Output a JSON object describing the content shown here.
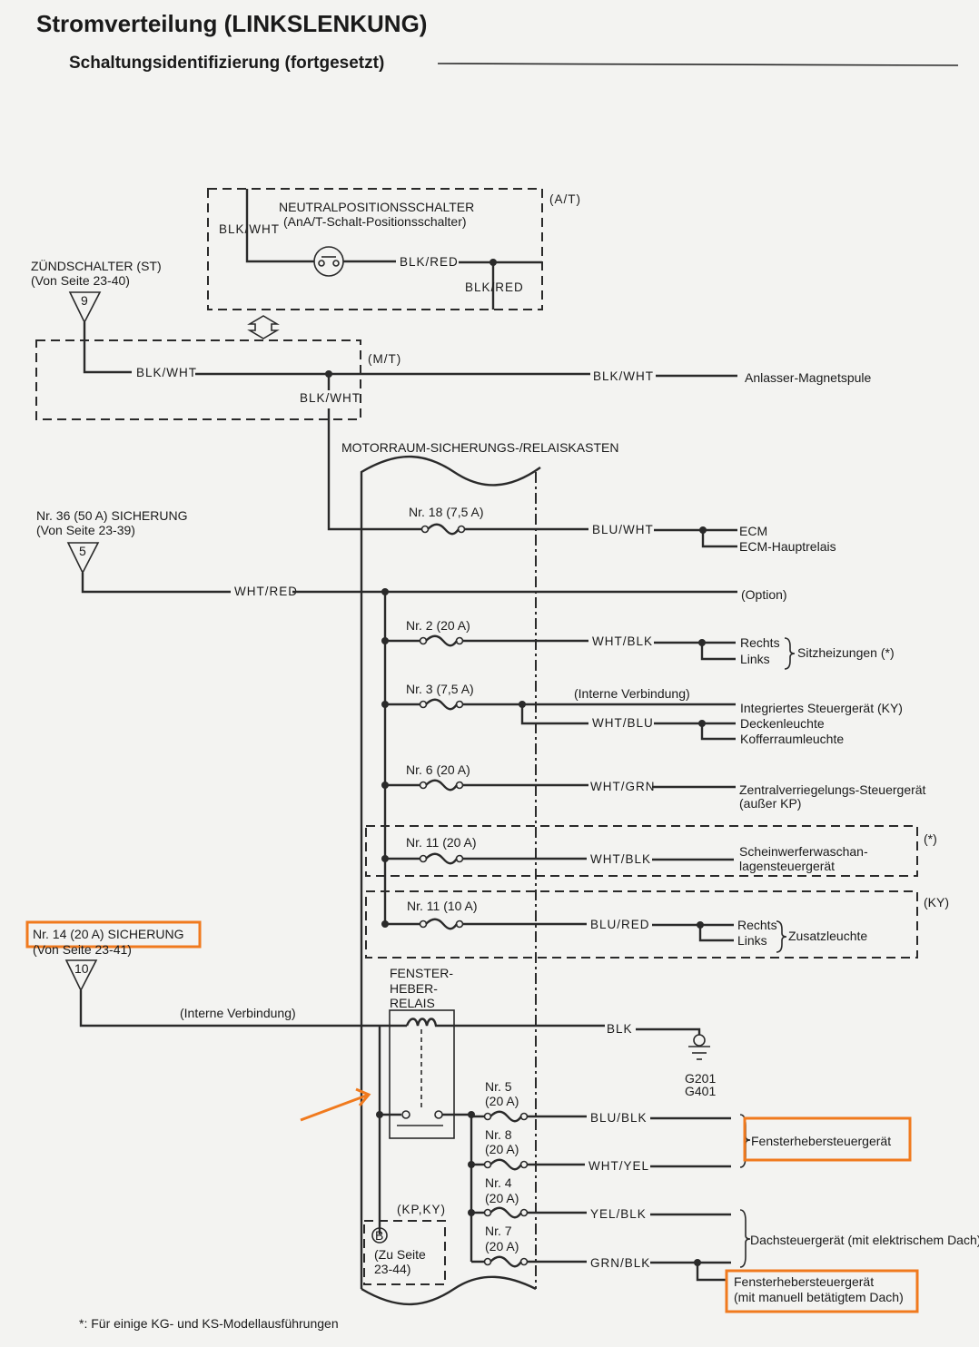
{
  "header": {
    "title": "Stromverteilung (LINKSLENKUNG)",
    "subtitle": "Schaltungsidentifizierung (fortgesetzt)"
  },
  "colors": {
    "highlight": "#f07a1e",
    "ink": "#2a2a2a"
  },
  "neutral": {
    "name": "NEUTRALPOSITIONSSCHALTER",
    "desc": "(AnA/T-Schalt-Positionsschalter)",
    "variant": "(A/T)",
    "wire_in": "BLK/WHT",
    "wire_out": "BLK/RED",
    "wire_out2": "BLK/RED"
  },
  "ignition": {
    "name": "ZÜNDSCHALTER (ST)",
    "from": "(Von Seite 23-40)",
    "terminal": "9",
    "variant": "(M/T)",
    "wire1": "BLK/WHT",
    "wire2": "BLK/WHT",
    "wire3": "BLK/WHT",
    "target": "Anlasser-Magnetspule"
  },
  "box_label": "MOTORRAUM-SICHERUNGS-/RELAISKASTEN",
  "fuse36": {
    "name": "Nr. 36 (50 A) SICHERUNG",
    "from": "(Von Seite 23-39)",
    "terminal": "5",
    "wire": "WHT/RED",
    "target": "(Option)"
  },
  "circuits": [
    {
      "fuse": "Nr. 18 (7,5 A)",
      "wire": "BLU/WHT",
      "targets": [
        "ECM",
        "ECM-Hauptrelais"
      ]
    },
    {
      "fuse": "Nr. 2 (20 A)",
      "wire": "WHT/BLK",
      "targets": [
        "Rechts",
        "Links"
      ],
      "group": "Sitzheizungen (*)"
    },
    {
      "fuse": "Nr. 3 (7,5 A)",
      "note": "(Interne Verbindung)",
      "wire": "WHT/BLU",
      "targets": [
        "Integriertes Steuergerät (KY)",
        "Deckenleuchte",
        "Kofferraumleuchte"
      ]
    },
    {
      "fuse": "Nr. 6 (20 A)",
      "wire": "WHT/GRN",
      "targets": [
        "Zentralverriegelungs-Steuergerät",
        "(außer KP)"
      ]
    },
    {
      "fuse": "Nr. 11 (20 A)",
      "wire": "WHT/BLK",
      "targets": [
        "Scheinwerferwaschan-",
        "lagensteuergerät"
      ],
      "variant": "(*)"
    },
    {
      "fuse": "Nr. 11 (10 A)",
      "wire": "BLU/RED",
      "targets": [
        "Rechts",
        "Links"
      ],
      "group": "Zusatzleuchte",
      "variant": "(KY)"
    }
  ],
  "fuse14": {
    "name": "Nr. 14 (20 A) SICHERUNG",
    "from": "(Von Seite 23-41)",
    "terminal": "10",
    "note": "(Interne Verbindung)",
    "wire": "BLK",
    "ground": [
      "G201",
      "G401"
    ]
  },
  "relay": {
    "line1": "FENSTER-",
    "line2": "HEBER-",
    "line3": "RELAIS"
  },
  "window_fuses": [
    {
      "n": "Nr. 5",
      "a": "(20 A)",
      "wire": "BLU/BLK"
    },
    {
      "n": "Nr. 8",
      "a": "(20 A)",
      "wire": "WHT/YEL"
    },
    {
      "n": "Nr. 4",
      "a": "(20 A)",
      "wire": "YEL/BLK"
    },
    {
      "n": "Nr. 7",
      "a": "(20 A)",
      "wire": "GRN/BLK"
    }
  ],
  "window_targets": {
    "fh": "Fensterhebersteuergerät",
    "dach": "Dachsteuergerät (mit elektrischem Dach)",
    "fh2a": "Fensterhebersteuergerät",
    "fh2b": "(mit manuell betätigtem Dach)"
  },
  "connector": {
    "variant": "(KP,KY)",
    "letter": "B",
    "to1": "(Zu Seite",
    "to2": "23-44)"
  },
  "footnote": "*: Für einige KG- und KS-Modellausführungen"
}
